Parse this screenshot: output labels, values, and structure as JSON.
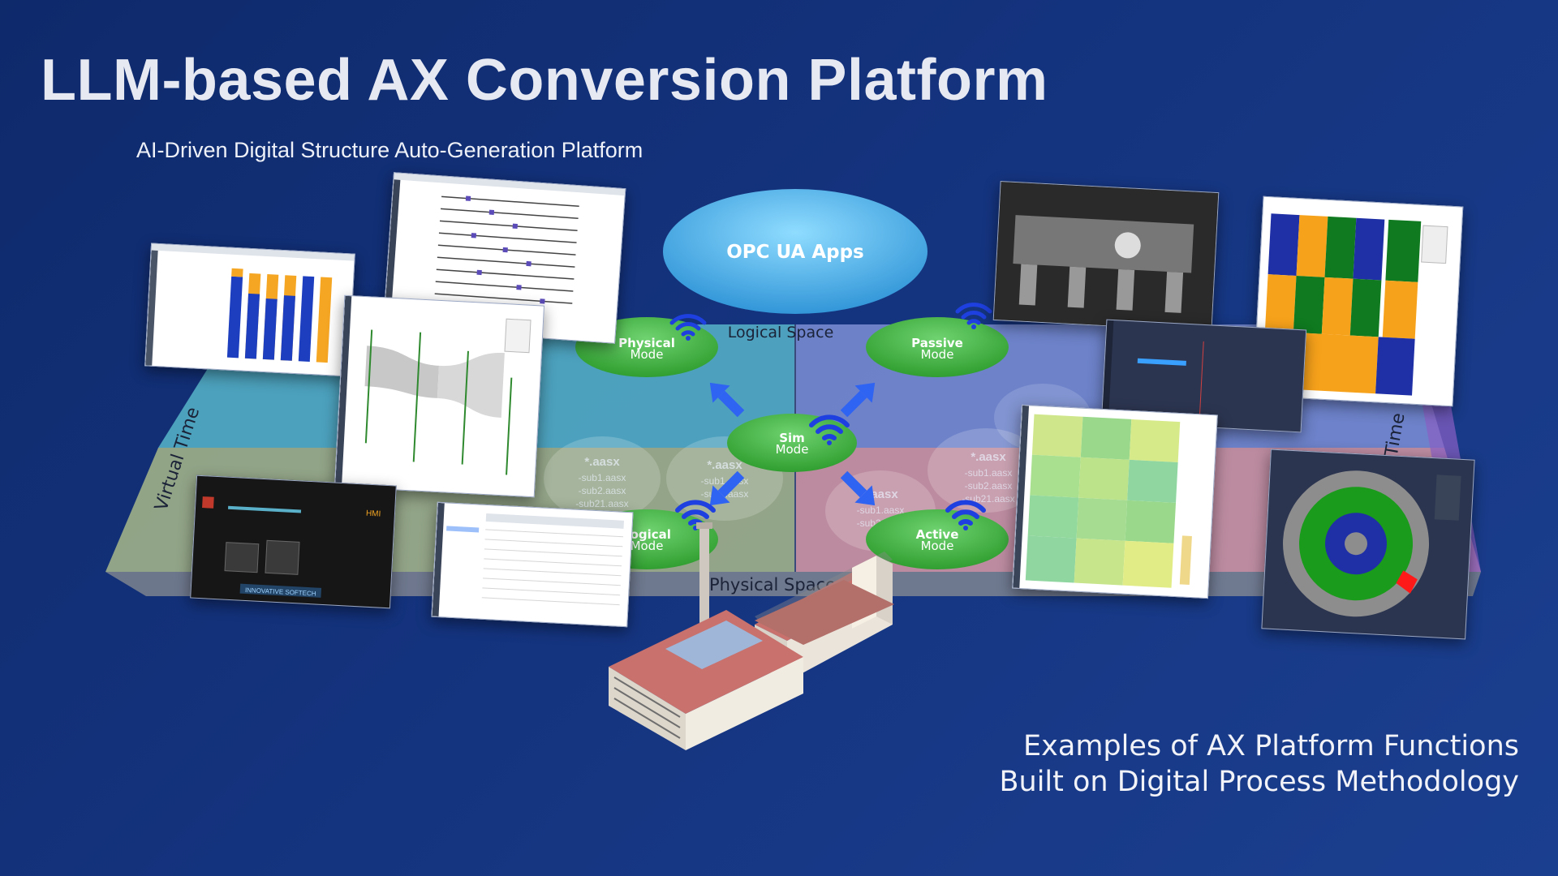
{
  "slide": {
    "title": "LLM-based AX Conversion Platform",
    "subtitle": "AI-Driven Digital Structure Auto-Generation Platform",
    "caption_line1": "Examples of AX Platform Functions",
    "caption_line2": "Built on Digital Process Methodology"
  },
  "diagram": {
    "top_node": "OPC UA Apps",
    "logical_space": "Logical Space",
    "physical_space": "Physical Space",
    "virtual_time": "Virtual Time",
    "real_time": "Time",
    "modes": {
      "physical": [
        "Physical",
        "Mode"
      ],
      "passive": [
        "Passive",
        "Mode"
      ],
      "sim": [
        "Sim",
        "Mode"
      ],
      "logical": [
        "Logical",
        "Mode"
      ],
      "active": [
        "Active",
        "Mode"
      ]
    },
    "aasx_label": "*.aasx",
    "aasx_sub1": "-sub1.aasx",
    "aasx_sub2": "-sub2.aasx",
    "aasx_sub21": "-sub21.aasx",
    "hmi_label": "HMI",
    "hmi_banner": "INNOVATIVE SOFTECH"
  },
  "colors": {
    "quadrant_tl": "#57b5c9",
    "quadrant_tr": "#7d8fd6",
    "quadrant_bl": "#a9b98a",
    "quadrant_br": "#d99aa4",
    "mode_green": "#3fae3f",
    "arrow_blue": "#2f63f2",
    "wifi_blue": "#1f40e0"
  }
}
